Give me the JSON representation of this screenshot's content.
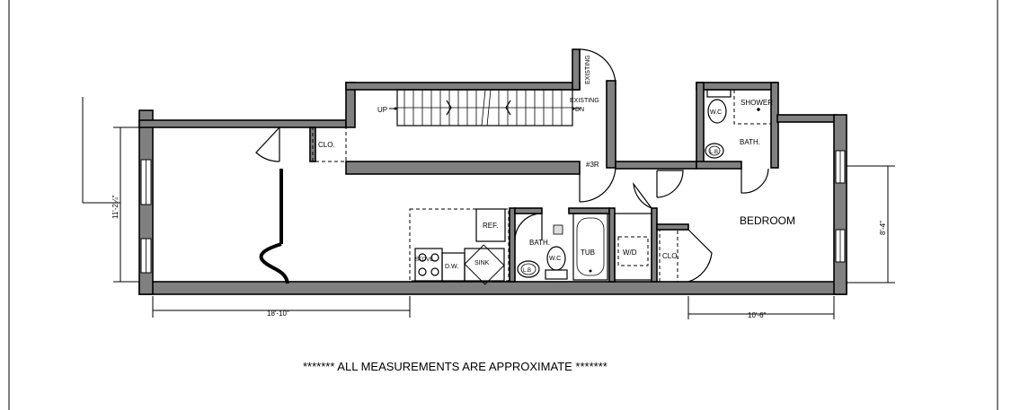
{
  "plan": {
    "rooms": {
      "bedroom": "BEDROOM",
      "bath_main": "BATH.",
      "bath_upper": "BATH.",
      "closet_left": "CLO.",
      "closet_right": "CLO.",
      "shower": "SHOWER",
      "wc_main": "W.C",
      "wc_upper": "W.C",
      "tub": "TUB",
      "washer_dryer": "W/D",
      "refrigerator": "REF.",
      "dishwasher": "D.W.",
      "sink": "SINK",
      "stove": "STOVE",
      "lav_main": "L.B",
      "lav_upper": "L.B"
    },
    "stair": {
      "up": "UP",
      "existing_dn_line1": "EXISTING",
      "existing_dn_line2": "DN",
      "existing_door": "EXISTING",
      "unit": "#3R"
    },
    "dimensions": {
      "left_width": "18'-10\"",
      "right_width": "10'-6\"",
      "left_height": "11'-2¼\"",
      "right_height": "8'-4\""
    },
    "note": "******* ALL MEASUREMENTS ARE APPROXIMATE *******"
  }
}
